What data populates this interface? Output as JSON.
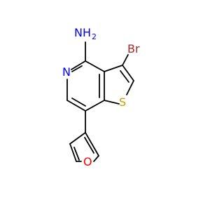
{
  "molecule": {
    "colors": {
      "bond": "#000000",
      "N": "#0000ff",
      "Br": "#a52a2a",
      "S": "#b8a400",
      "O": "#ff0000"
    },
    "atom_labels": {
      "nh2": "NH",
      "nh2_subscript": "2",
      "br": "Br",
      "n_ring": "N",
      "s_ring": "S",
      "o_ring": "O"
    }
  }
}
